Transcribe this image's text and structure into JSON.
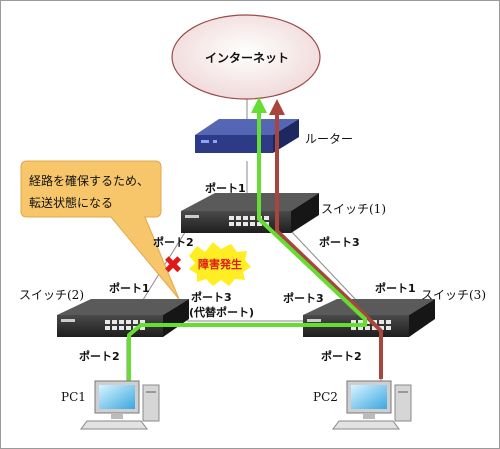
{
  "internet": {
    "label": "インターネット"
  },
  "router": {
    "label": "ルーター"
  },
  "switches": [
    {
      "name": "スイッチ(1)",
      "ports": [
        "ポート1",
        "ポート2",
        "ポート3"
      ]
    },
    {
      "name": "スイッチ(2)",
      "ports": [
        "ポート1",
        "ポート2",
        "ポート3",
        "(代替ポート)"
      ]
    },
    {
      "name": "スイッチ(3)",
      "ports": [
        "ポート1",
        "ポート2",
        "ポート3"
      ]
    }
  ],
  "pcs": [
    {
      "label": "PC1"
    },
    {
      "label": "PC2"
    }
  ],
  "callout": {
    "lines": [
      "経路を確保するため、",
      "転送状態になる"
    ]
  },
  "failure": {
    "label": "障害発生",
    "mark": "✖"
  },
  "colors": {
    "callout_fill": "#f7c66a",
    "active_path": "#66dd33",
    "alt_path": "#a8463e",
    "cloud_fill": "#f1dede",
    "cloud_stroke": "#9b4a4a",
    "router_body": "#2d3a86",
    "switch_body": "#2b2b2b",
    "failure_mark": "#e01818",
    "burst_fill": "#ffee22"
  }
}
